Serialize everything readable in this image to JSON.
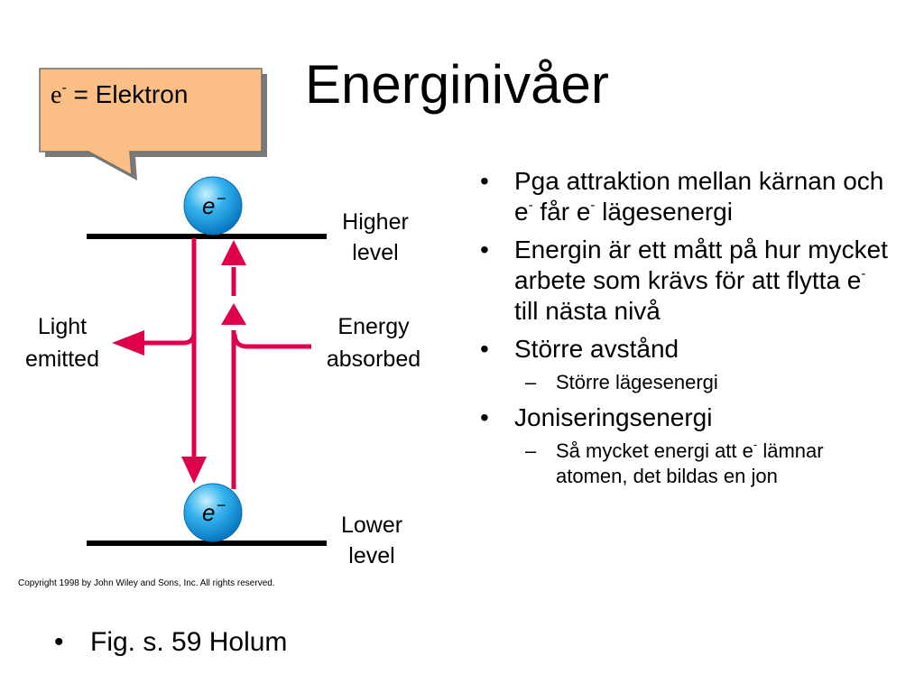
{
  "slide": {
    "title": "Energinivåer"
  },
  "callout": {
    "symbol": "e",
    "superscript": "-",
    "text": " = Elektron"
  },
  "diagram": {
    "electron_label": "e",
    "electron_charge": "−",
    "higher_level": [
      "Higher",
      "level"
    ],
    "lower_level": [
      "Lower",
      "level"
    ],
    "light_emitted": [
      "Light",
      "emitted"
    ],
    "energy_absorbed": [
      "Energy",
      "absorbed"
    ],
    "copyright": "Copyright 1998 by John Wiley and Sons, Inc. All rights reserved.",
    "colors": {
      "arrow": "#e0004a",
      "electron": "#1aa3e8",
      "callout_fill": "#fbbf85"
    }
  },
  "bullets": [
    {
      "parts": [
        "Pga attraktion mellan kärnan och e",
        "-",
        " får e",
        "-",
        " lägesenergi"
      ]
    },
    {
      "parts": [
        "Energin är ett mått på hur mycket arbete som krävs för att flytta e",
        "-",
        " till nästa nivå"
      ]
    },
    {
      "parts": [
        "Större avstånd"
      ],
      "sub": {
        "parts": [
          "Större lägesenergi"
        ]
      }
    },
    {
      "parts": [
        "Joniseringsenergi"
      ],
      "sub": {
        "parts": [
          "Så mycket energi att e",
          "-",
          " lämnar atomen, det bildas en jon"
        ]
      }
    }
  ],
  "footer": {
    "text": "Fig. s. 59 Holum"
  }
}
